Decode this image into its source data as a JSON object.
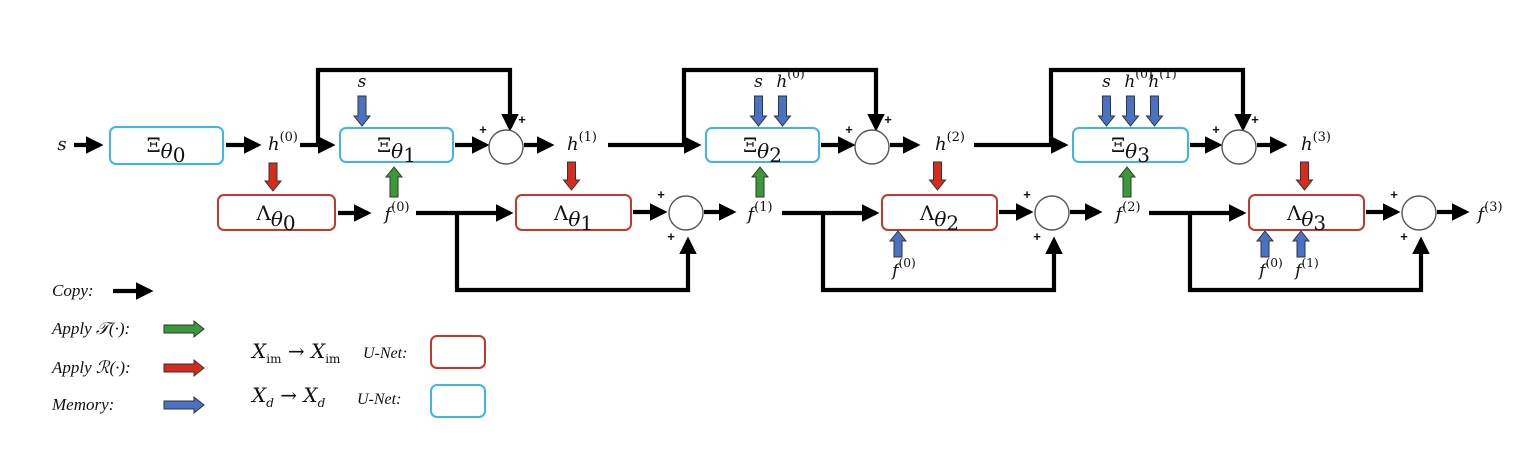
{
  "colors": {
    "xi_box": "#3fb6e8",
    "lambda_box": "#c0392b",
    "copy_arrow": "#000000",
    "apply_T_arrow": "#3a9a3a",
    "apply_R_arrow": "#d62c1e",
    "memory_arrow": "#4a72c4"
  },
  "input_label": "s",
  "xi_blocks": [
    {
      "name": "Ξ",
      "sub": "θ",
      "idx": "0"
    },
    {
      "name": "Ξ",
      "sub": "θ",
      "idx": "1"
    },
    {
      "name": "Ξ",
      "sub": "θ",
      "idx": "2"
    },
    {
      "name": "Ξ",
      "sub": "θ",
      "idx": "3"
    }
  ],
  "lambda_blocks": [
    {
      "name": "Λ",
      "sub": "θ",
      "idx": "0"
    },
    {
      "name": "Λ",
      "sub": "θ",
      "idx": "1"
    },
    {
      "name": "Λ",
      "sub": "θ",
      "idx": "2"
    },
    {
      "name": "Λ",
      "sub": "θ",
      "idx": "3"
    }
  ],
  "h_labels": [
    {
      "base": "h",
      "sup": "(0)"
    },
    {
      "base": "h",
      "sup": "(1)"
    },
    {
      "base": "h",
      "sup": "(2)"
    },
    {
      "base": "h",
      "sup": "(3)"
    }
  ],
  "f_labels": [
    {
      "base": "f",
      "sup": "(0)"
    },
    {
      "base": "f",
      "sup": "(1)"
    },
    {
      "base": "f",
      "sup": "(2)"
    },
    {
      "base": "f",
      "sup": "(3)"
    }
  ],
  "memory_inputs_xi": [
    [
      "s"
    ],
    [
      "s",
      "h(0)"
    ],
    [
      "s",
      "h(0)",
      "h(1)"
    ]
  ],
  "memory_inputs_lambda": [
    [],
    [
      "f(0)"
    ],
    [
      "f(0)",
      "f(1)"
    ]
  ],
  "sum_sign": "+",
  "legend": {
    "copy": "Copy:",
    "apply_T": "Apply 𝒯(·):",
    "apply_R": "Apply ℛ(·):",
    "memory": "Memory:",
    "unet_im_left": "X",
    "unet_im_left_sub": "im",
    "unet_im_right": "X",
    "unet_im_right_sub": "im",
    "unet_d_left": "X",
    "unet_d_left_sub": "d",
    "unet_d_right": "X",
    "unet_d_right_sub": "d",
    "arrow_glyph": "→",
    "unet_label": "U-Net:"
  }
}
